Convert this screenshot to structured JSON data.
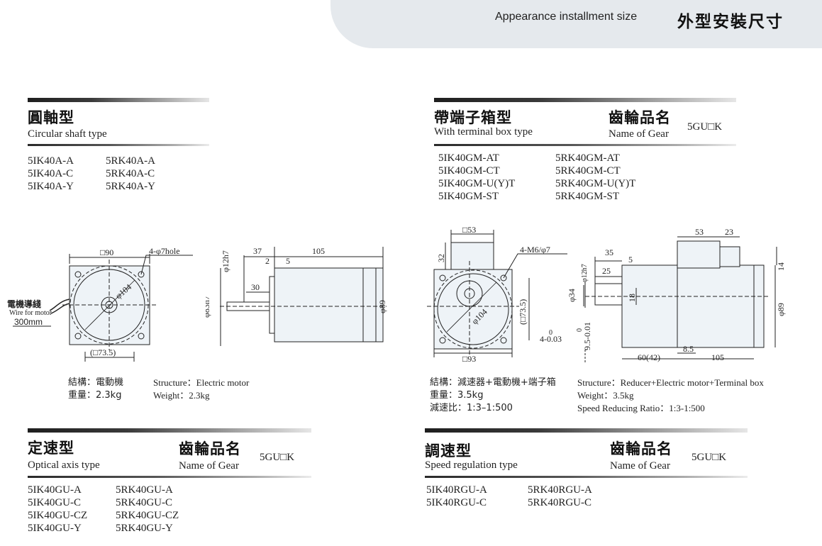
{
  "header": {
    "en": "Appearance installment size",
    "cn": "外型安裝尺寸"
  },
  "circular": {
    "title_cn": "圓軸型",
    "title_en": "Circular shaft type",
    "models_ik": [
      "5IK40A-A",
      "5IK40A-C",
      "5IK40A-Y"
    ],
    "models_rk": [
      "5RK40A-A",
      "5RK40A-C",
      "5RK40A-Y"
    ],
    "drawing": {
      "sq": "□90",
      "holes": "4-φ7hole",
      "pcd": "φ104",
      "pcd2": "(□73.5)",
      "wire_cn": "電機導綫",
      "wire_en": "Wire for motor",
      "wire_len": "300mm",
      "d37": "37",
      "d105": "105",
      "d2": "2",
      "d5": "5",
      "d30": "30",
      "shaft": "φ12h7",
      "spigot": "φ83h7",
      "body": "φ89"
    },
    "spec_cn": [
      "結構：電動機",
      "重量：2.3kg"
    ],
    "spec_en": [
      "Structure：Electric motor",
      "Weight：2.3kg"
    ]
  },
  "terminal": {
    "title_cn": "帶端子箱型",
    "title_en": "With terminal box type",
    "gear_cn": "齒輪品名",
    "gear_en": "Name of Gear",
    "gear_code": "5GU□K",
    "models_ik": [
      "5IK40GM-AT",
      "5IK40GM-CT",
      "5IK40GM-U(Y)T",
      "5IK40GM-ST"
    ],
    "models_rk": [
      "5RK40GM-AT",
      "5RK40GM-CT",
      "5RK40GM-U(Y)T",
      "5RK40GM-ST"
    ],
    "drawing": {
      "box": "□53",
      "d32": "32",
      "holes": "4-M6/φ7",
      "pcd": "φ104",
      "pcd2": "(□73.5)",
      "sq": "□93",
      "d35": "35",
      "d5": "5",
      "d25": "25",
      "shaft": "φ12h7",
      "boss": "φ34",
      "d18": "18",
      "tol1a": "0",
      "tol1b": "4-0.03",
      "tol2a": "0",
      "tol2b": "9.5-0.01",
      "d60": "60(42)",
      "d85": "8.5",
      "d105": "105",
      "d53": "53",
      "d23": "23",
      "d14": "14",
      "body": "φ89"
    },
    "spec_cn": [
      "結構：減速器+電動機+端子箱",
      "重量：3.5kg",
      "減速比：1:3–1:500"
    ],
    "spec_en": [
      "Structure：Reducer+Electric motor+Terminal box",
      "Weight：3.5kg",
      "Speed Reducing Ratio：1:3-1:500"
    ]
  },
  "optical": {
    "title_cn": "定速型",
    "title_en": "Optical axis type",
    "gear_cn": "齒輪品名",
    "gear_en": "Name of Gear",
    "gear_code": "5GU□K",
    "models_ik": [
      "5IK40GU-A",
      "5IK40GU-C",
      "5IK40GU-CZ",
      "5IK40GU-Y"
    ],
    "models_rk": [
      "5RK40GU-A",
      "5RK40GU-C",
      "5RK40GU-CZ",
      "5RK40GU-Y"
    ]
  },
  "speedreg": {
    "title_cn": "調速型",
    "title_en": "Speed regulation type",
    "gear_cn": "齒輪品名",
    "gear_en": "Name of Gear",
    "gear_code": "5GU□K",
    "models_ik": [
      "5IK40RGU-A",
      "5IK40RGU-C"
    ],
    "models_rk": [
      "5RK40RGU-A",
      "5RK40RGU-C"
    ]
  }
}
